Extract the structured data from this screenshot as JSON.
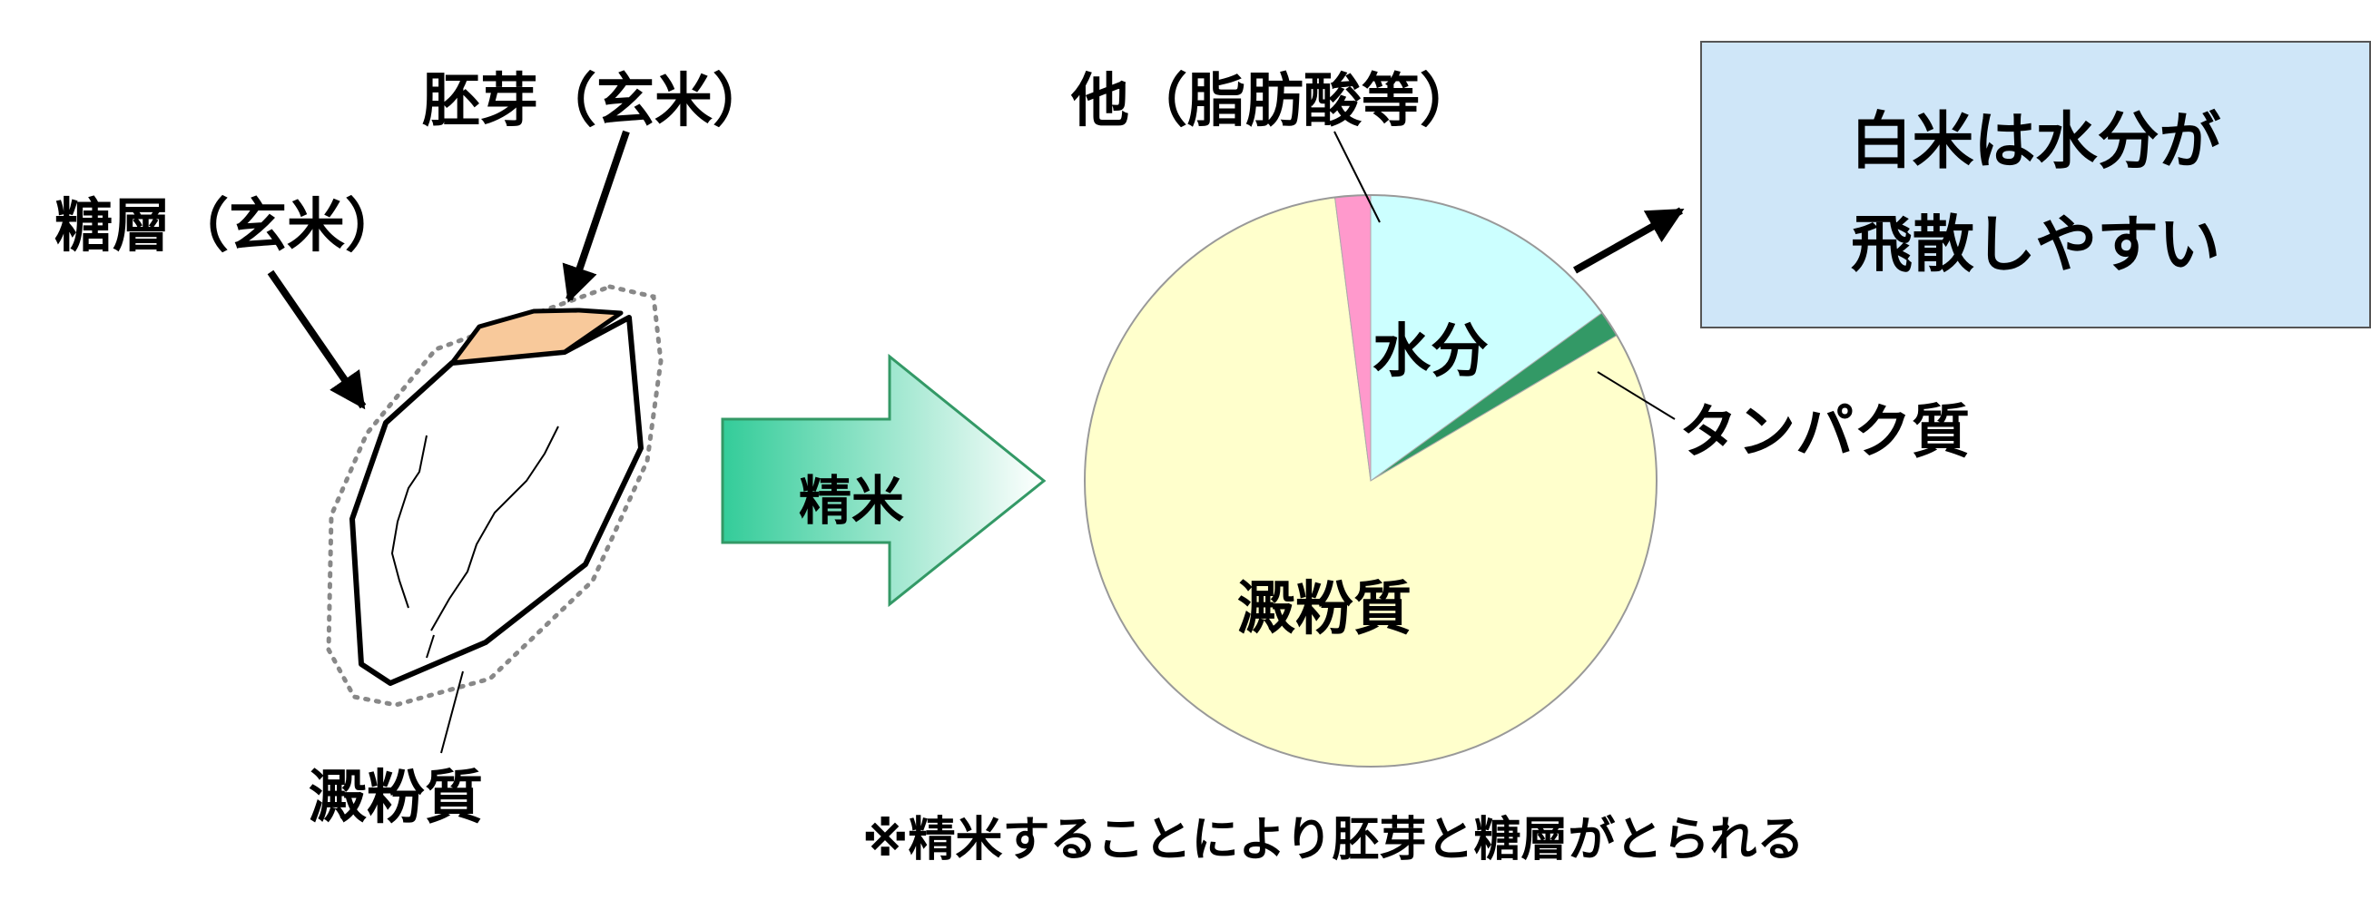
{
  "grain": {
    "germ_label": "胚芽（玄米）",
    "bran_label": "糖層（玄米）",
    "starch_label": "澱粉質"
  },
  "process": {
    "label": "精米"
  },
  "chart_data": {
    "type": "pie",
    "slices": [
      {
        "label": "水分",
        "value": 15,
        "color": "#ccffff"
      },
      {
        "label": "タンパク質",
        "value": 1.5,
        "color": "#339966"
      },
      {
        "label": "澱粉質",
        "value": 81.5,
        "color": "#ffffcc"
      },
      {
        "label": "他（脂肪酸等）",
        "value": 2,
        "color": "#ff99cc"
      }
    ],
    "start_angle_deg": 0,
    "direction": "clockwise"
  },
  "callout": {
    "line1": "白米は水分が",
    "line2": "飛散しやすい",
    "background": "#cfe6f8"
  },
  "footnote": "※精米することにより胚芽と糖層がとられる"
}
